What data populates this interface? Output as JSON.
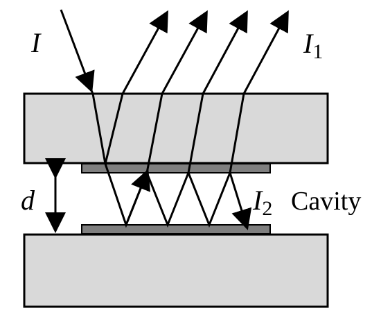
{
  "labels": {
    "incident": "I",
    "reflected_main": "I",
    "reflected_sub": "1",
    "cavity_main": "I",
    "cavity_sub": "2",
    "gap": "d",
    "cavity": "Cavity"
  },
  "colors": {
    "plate": "#d9d9d9",
    "coating": "#7f7f7f",
    "ink": "#000000"
  }
}
